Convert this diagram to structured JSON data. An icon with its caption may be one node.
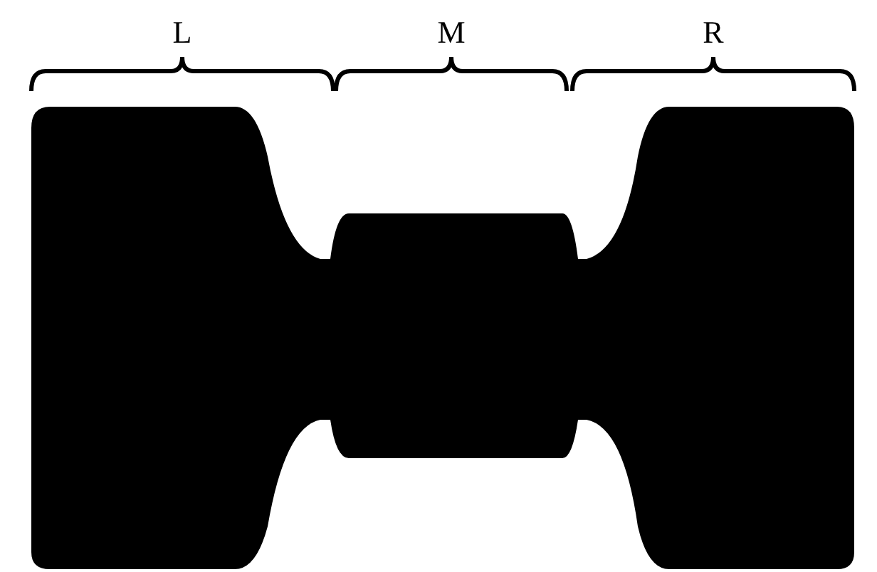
{
  "diagram": {
    "labels": [
      "L",
      "M",
      "R"
    ]
  }
}
